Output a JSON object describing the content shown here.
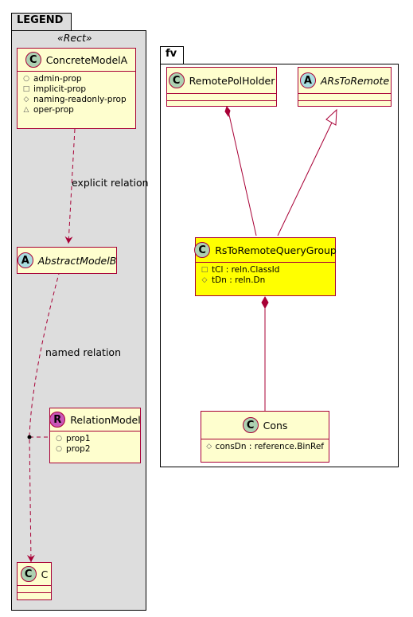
{
  "legend": {
    "package_name": "LEGEND",
    "stereotype": "«Rect»",
    "concrete_model": {
      "badge": "C",
      "name": "ConcreteModelA",
      "attributes": [
        {
          "vis": "○",
          "text": "admin-prop"
        },
        {
          "vis": "□",
          "text": "implicit-prop"
        },
        {
          "vis": "◇",
          "text": "naming-readonly-prop"
        },
        {
          "vis": "△",
          "text": "oper-prop"
        }
      ]
    },
    "abstract_model": {
      "badge": "A",
      "name": "AbstractModelB"
    },
    "relation_model": {
      "badge": "R",
      "name": "RelationModel",
      "attributes": [
        {
          "vis": "○",
          "text": "prop1"
        },
        {
          "vis": "○",
          "text": "prop2"
        }
      ]
    },
    "c_model": {
      "badge": "C",
      "name": "C"
    },
    "explicit_relation_label": "explicit relation",
    "named_relation_label": "named relation"
  },
  "fv": {
    "package_name": "fv",
    "remote_pol_holder": {
      "badge": "C",
      "name": "RemotePolHolder"
    },
    "ars_to_remote": {
      "badge": "A",
      "name": "ARsToRemote"
    },
    "rs_to_remote_query_group": {
      "badge": "C",
      "name": "RsToRemoteQueryGroup",
      "attributes": [
        {
          "vis": "□",
          "text": "tCl : reln.ClassId"
        },
        {
          "vis": "◇",
          "text": "tDn : reln.Dn"
        }
      ]
    },
    "cons": {
      "badge": "C",
      "name": "Cons",
      "attributes": [
        {
          "vis": "◇",
          "text": "consDn : reference.BinRef"
        }
      ]
    }
  },
  "colors": {
    "class_fill": "#FEFECE",
    "class_border": "#A80036",
    "highlight_fill": "#FFFF00",
    "legend_fill": "#DDDDDD",
    "badge_class": "#ADD1B2",
    "badge_abstract": "#A9DCDF",
    "badge_relation": "#C956B8"
  }
}
